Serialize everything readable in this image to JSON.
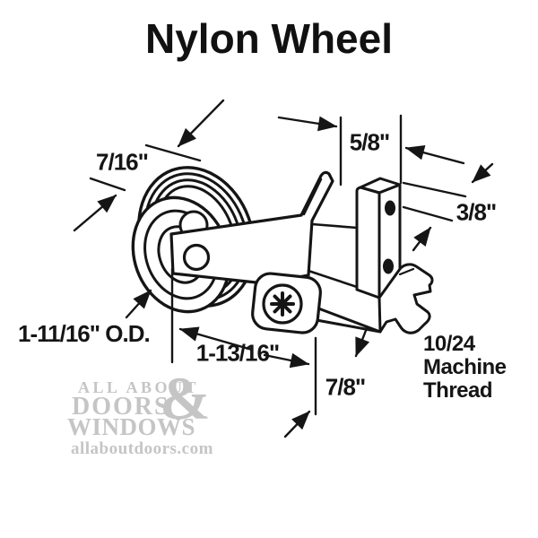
{
  "title": "Nylon Wheel",
  "dimension_labels": {
    "wheel_width": "7/16\"",
    "tab_width": "5/8\"",
    "post_depth": "3/8\"",
    "wheel_outer_diameter": "1-11/16\" O.D.",
    "body_length": "1-13/16\"",
    "foot_height": "7/8\"",
    "thread_spec": [
      "10/24",
      "Machine",
      "Thread"
    ]
  },
  "watermark": {
    "line1": "ALL ABOUT",
    "line2": "DOORS",
    "ampersand": "&",
    "line3": "WINDOWS",
    "website": "allaboutdoors.com"
  },
  "colors": {
    "ink": "#151515",
    "watermark_gray": "#c5c5c5",
    "background": "#ffffff"
  }
}
